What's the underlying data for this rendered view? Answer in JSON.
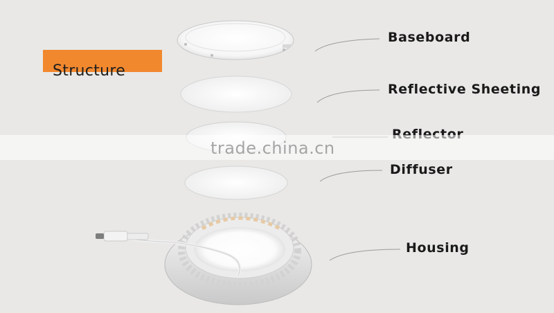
{
  "section_title": "Structure",
  "watermark": "trade.china.cn",
  "components": [
    {
      "name": "Baseboard",
      "icon": "baseboard-disc-icon"
    },
    {
      "name": "Reflective Sheeting",
      "icon": "reflective-sheet-icon"
    },
    {
      "name": "Reflector",
      "icon": "reflector-disc-icon"
    },
    {
      "name": "Diffuser",
      "icon": "diffuser-disc-icon"
    },
    {
      "name": "Housing",
      "icon": "led-housing-icon"
    }
  ],
  "colors": {
    "background": "#e9e8e6",
    "accent_tab": "#f2882e",
    "label_text": "#1a1a1a",
    "leader_line": "#9a9a9a"
  }
}
